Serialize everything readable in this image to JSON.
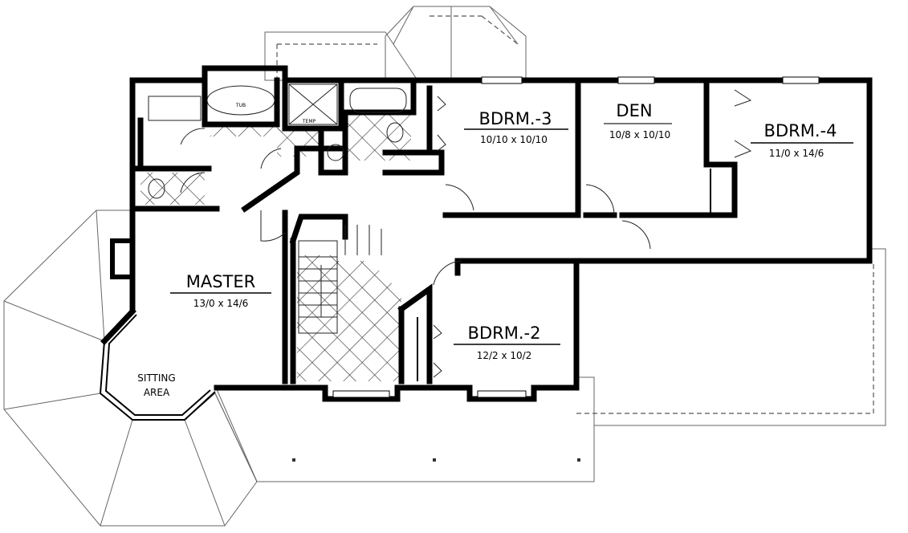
{
  "rooms": {
    "master": {
      "name": "MASTER",
      "size": "13/0 x 14/6"
    },
    "sitting": {
      "name_line1": "SITTING",
      "name_line2": "AREA"
    },
    "bdrm2": {
      "name": "BDRM.-2",
      "size": "12/2 x 10/2"
    },
    "bdrm3": {
      "name": "BDRM.-3",
      "size": "10/10 x 10/10"
    },
    "den": {
      "name": "DEN",
      "size": "10/8 x 10/10"
    },
    "bdrm4": {
      "name": "BDRM.-4",
      "size": "11/0 x 14/6"
    }
  },
  "fixtures": {
    "tub": "TUB",
    "temp": "TEMP"
  }
}
